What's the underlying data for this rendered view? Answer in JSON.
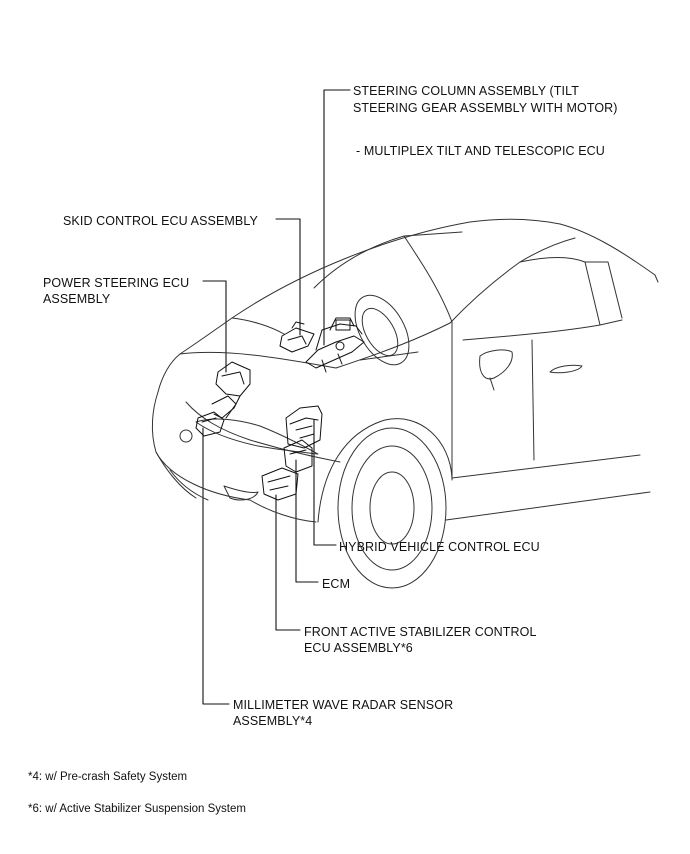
{
  "labels": {
    "steering_column_l1": "STEERING COLUMN ASSEMBLY (TILT",
    "steering_column_l2": "STEERING GEAR ASSEMBLY WITH MOTOR)",
    "steering_column_sub": "- MULTIPLEX TILT AND TELESCOPIC ECU",
    "skid_control": "SKID CONTROL ECU ASSEMBLY",
    "power_steering_l1": "POWER STEERING ECU",
    "power_steering_l2": "ASSEMBLY",
    "hybrid_vehicle": "HYBRID VEHICLE CONTROL ECU",
    "ecm": "ECM",
    "front_stabilizer_l1": "FRONT ACTIVE STABILIZER CONTROL",
    "front_stabilizer_l2": "ECU ASSEMBLY*6",
    "radar_l1": "MILLIMETER WAVE RADAR SENSOR",
    "radar_l2": "ASSEMBLY*4"
  },
  "footnotes": {
    "note4": "*4: w/ Pre-crash Safety System",
    "note6": "*6: w/ Active Stabilizer Suspension System"
  }
}
